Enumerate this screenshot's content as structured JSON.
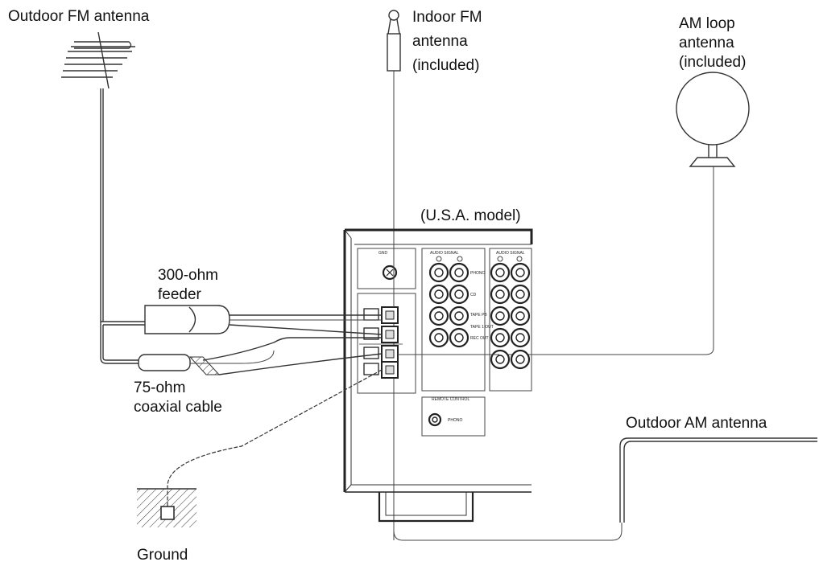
{
  "labels": {
    "outdoor_fm": "Outdoor FM antenna",
    "indoor_fm_1": "Indoor FM",
    "indoor_fm_2": "antenna",
    "indoor_fm_3": "(included)",
    "am_loop_1": "AM loop",
    "am_loop_2": "antenna",
    "am_loop_3": "(included)",
    "usa_model": "(U.S.A. model)",
    "feeder_1": "300-ohm",
    "feeder_2": "feeder",
    "coax_1": "75-ohm",
    "coax_2": "coaxial cable",
    "outdoor_am": "Outdoor AM antenna",
    "ground": "Ground"
  },
  "panel": {
    "gnd": "GND",
    "audio_signal": "AUDIO SIGNAL",
    "phono": "PHONO",
    "cd": "CD",
    "tape_pb": "TAPE PB",
    "tape_out": "TAPE 1 OUT",
    "rec_out": "REC OUT",
    "remote_control": "REMOTE CONTROL",
    "remote_jack": "PHONO"
  }
}
